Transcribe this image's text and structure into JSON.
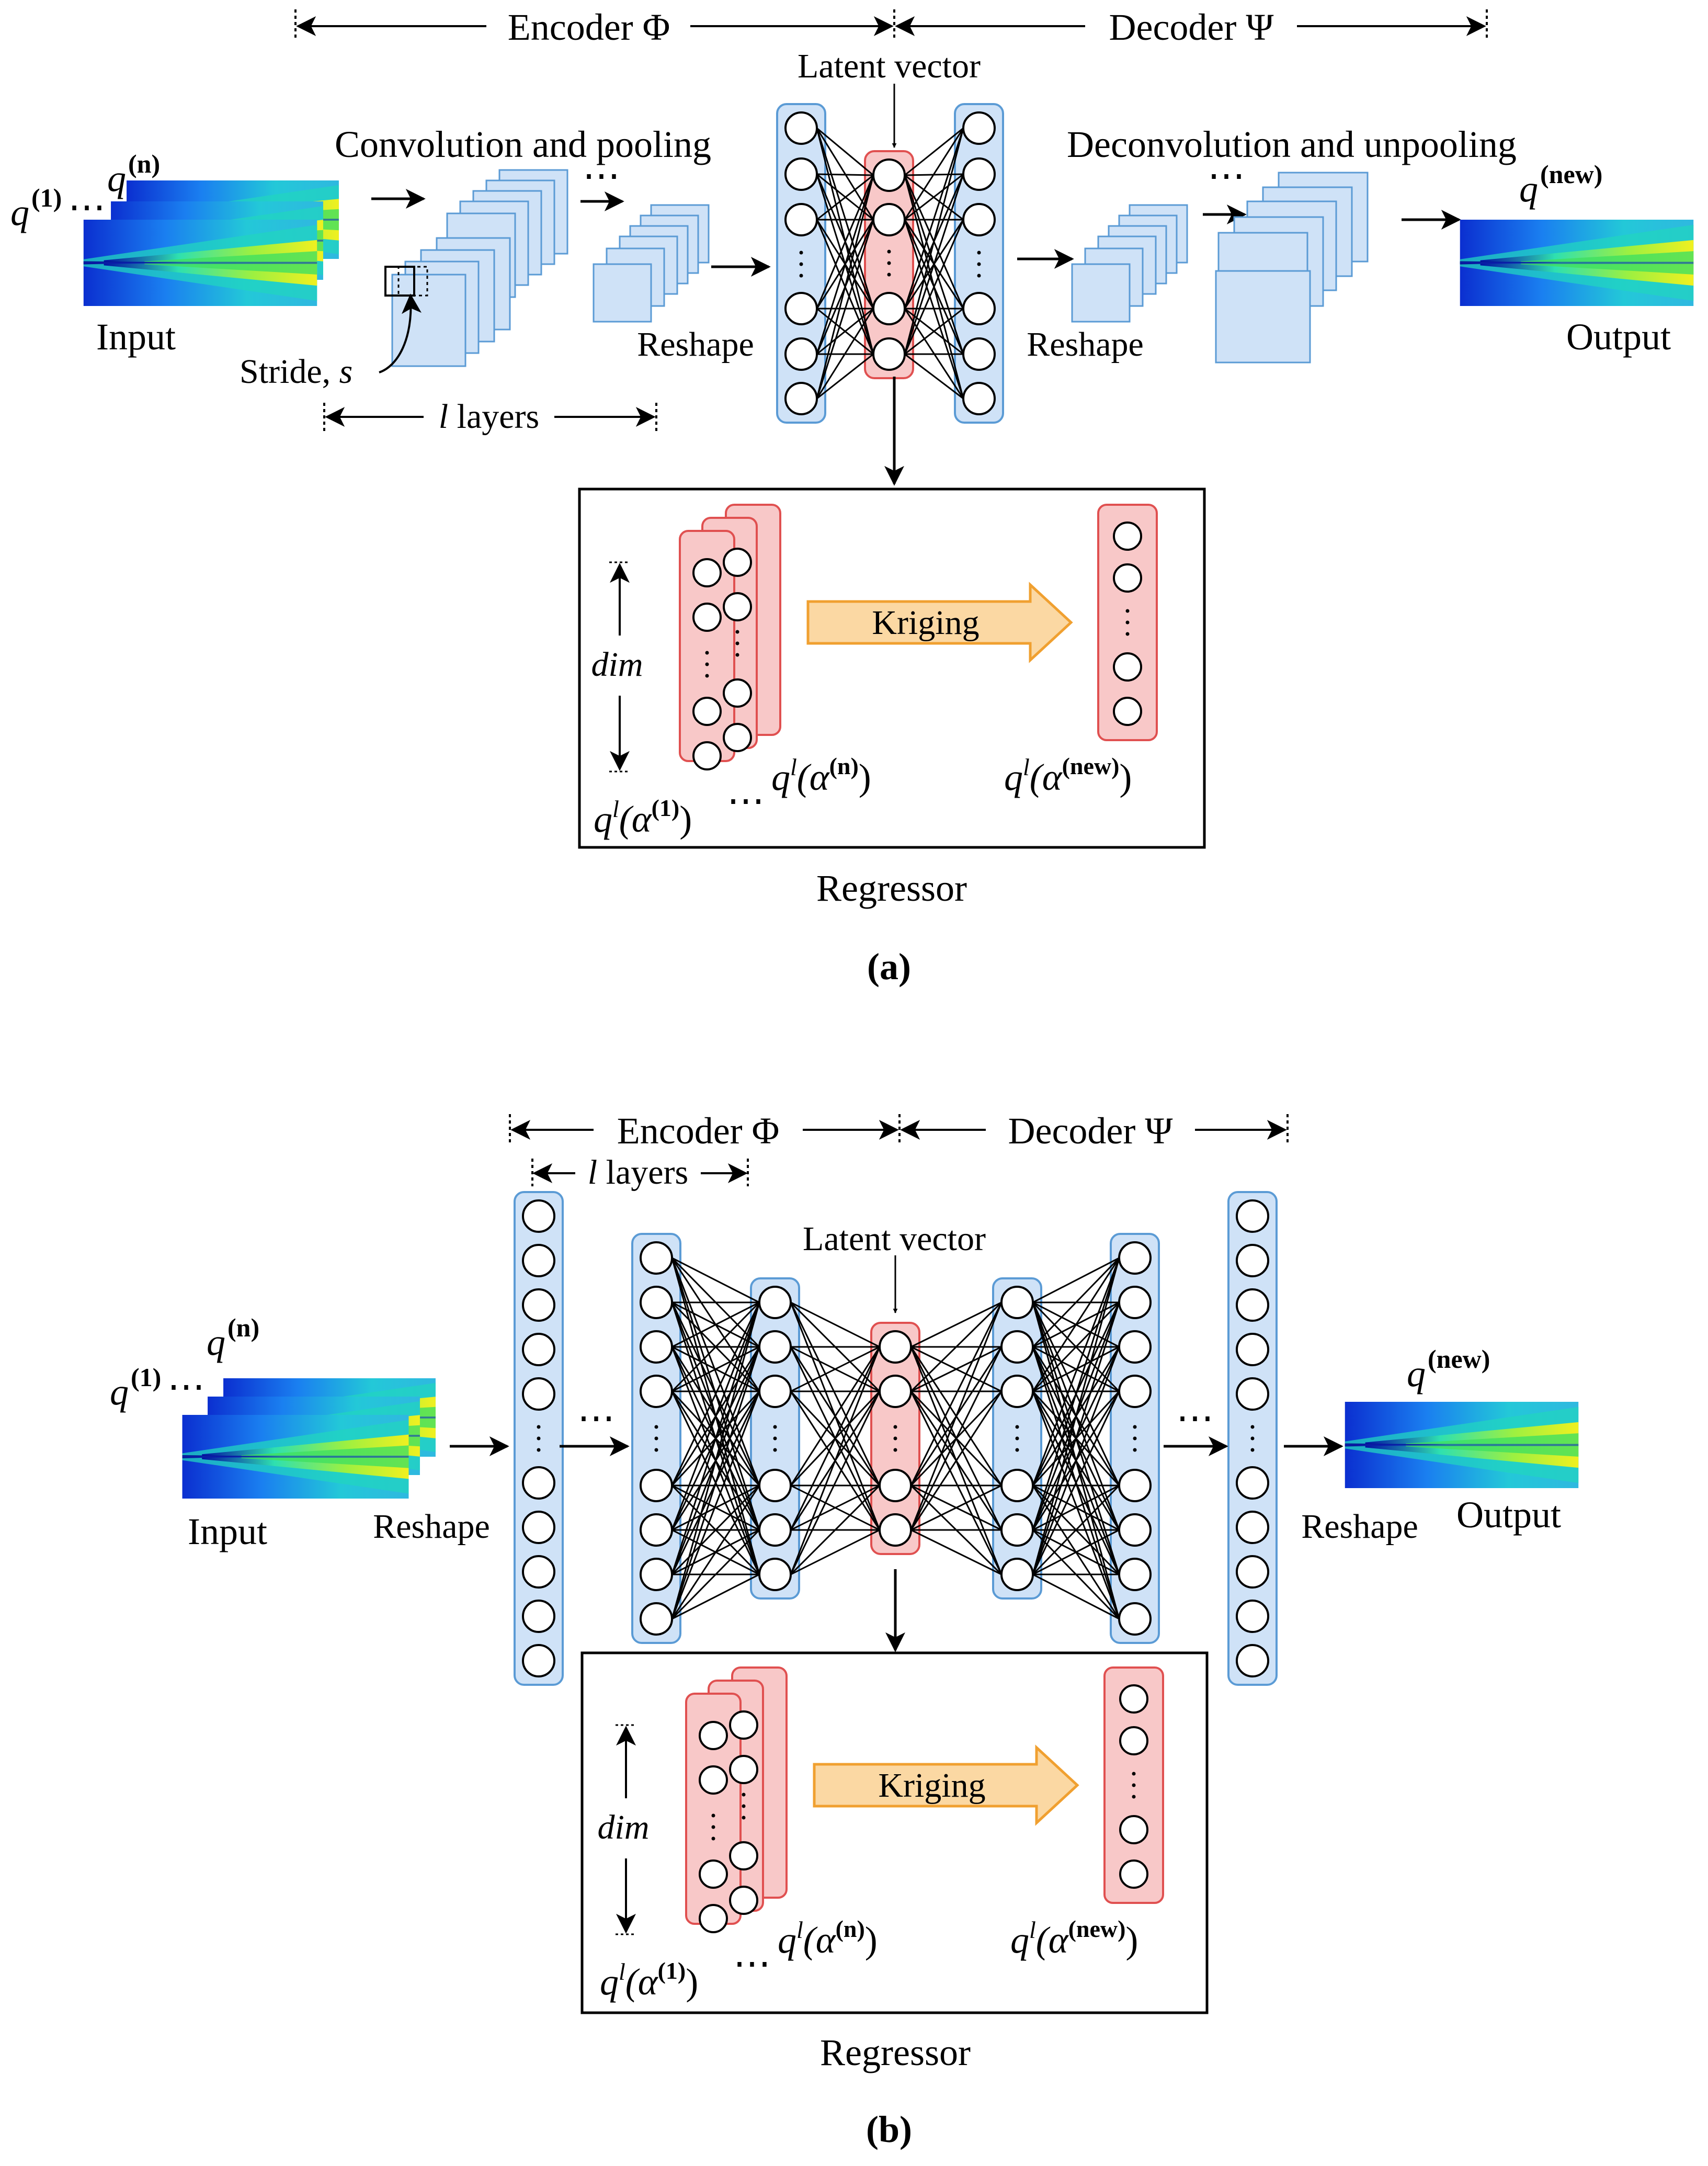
{
  "panel_a": {
    "encoder_label": "Encoder Φ",
    "decoder_label": "Decoder Ψ",
    "latent_label": "Latent vector",
    "conv_label": "Convolution and pooling",
    "deconv_label": "Deconvolution and unpooling",
    "input_label": "Input",
    "output_label": "Output",
    "reshape_left": "Reshape",
    "reshape_right": "Reshape",
    "stride_label": "Stride, ",
    "stride_symbol": "s",
    "layers_symbol": "l",
    "layers_word": " layers",
    "regressor_label": "Regressor",
    "kriging_label": "Kriging",
    "dim_label": "dim",
    "panel_label": "(a)"
  },
  "panel_b": {
    "encoder_label": "Encoder Φ",
    "decoder_label": "Decoder Ψ",
    "latent_label": "Latent vector",
    "input_label": "Input",
    "output_label": "Output",
    "reshape_left": "Reshape",
    "reshape_right": "Reshape",
    "layers_symbol": "l",
    "layers_word": " layers",
    "regressor_label": "Regressor",
    "kriging_label": "Kriging",
    "dim_label": "dim",
    "panel_label": "(b)"
  },
  "math": {
    "q": "q",
    "sup_1": "(1)",
    "sup_n": "(n)",
    "sup_new": "(new)",
    "ql": "q",
    "l": "l",
    "alpha_open": "(α",
    "close": ")",
    "ellipsis": "⋯"
  },
  "colors": {
    "blue_fill": "#cfe2f7",
    "blue_stroke": "#5b9bd5",
    "red_fill": "#f8c8c8",
    "red_stroke": "#e05050",
    "arrow_fill": "#fbd8a3",
    "arrow_stroke": "#f0a030"
  }
}
